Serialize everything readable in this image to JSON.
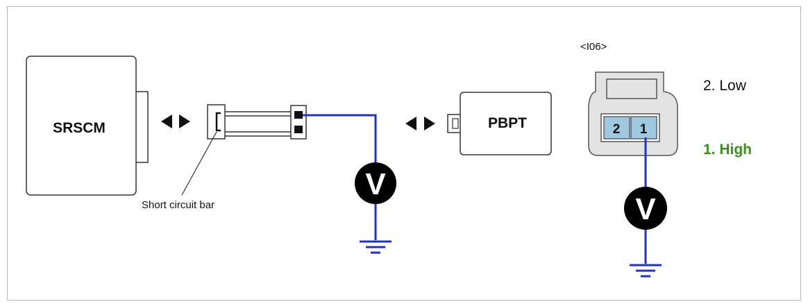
{
  "components": {
    "srscm": "SRSCM",
    "pbpt": "PBPT",
    "short_bar": "Short circuit bar"
  },
  "connector": {
    "id": "<I06>",
    "pin_left": "2",
    "pin_right": "1",
    "low_label": "2. Low",
    "high_label": "1. High"
  },
  "meter_symbol": "V",
  "colors": {
    "wire": "#1f2fd6",
    "high": "#3a8f1e",
    "pin_fill": "#9ec9e0",
    "connector_fill": "#e3e3e3"
  }
}
